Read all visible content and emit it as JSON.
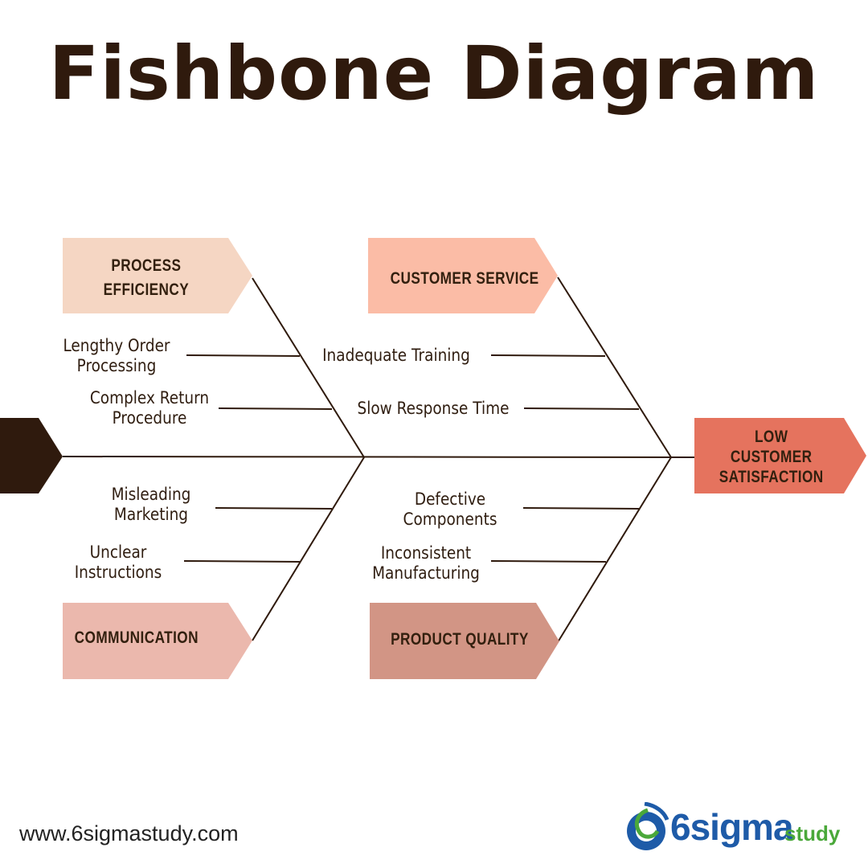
{
  "title": "Fishbone Diagram",
  "effect": "LOW CUSTOMER\nSATISFACTION",
  "categories": {
    "process_efficiency": "PROCESS\nEFFICIENCY",
    "customer_service": "CUSTOMER SERVICE",
    "communication": "COMMUNICATION",
    "product_quality": "PRODUCT QUALITY"
  },
  "causes": {
    "lengthy_order": "Lengthy Order\nProcessing",
    "complex_return": "Complex Return\nProcedure",
    "inadequate_training": "Inadequate Training",
    "slow_response": "Slow Response Time",
    "misleading_marketing": "Misleading\nMarketing",
    "unclear_instructions": "Unclear\nInstructions",
    "defective_components": "Defective\nComponents",
    "inconsistent_manufacturing": "Inconsistent\nManufacturing"
  },
  "colors": {
    "process_efficiency": "#f5d6c3",
    "customer_service": "#fbbca6",
    "communication": "#ebb8ad",
    "product_quality": "#d29585",
    "effect": "#e5735e",
    "tail": "#2f1a0d"
  },
  "footer": {
    "url": "www.6sigmastudy.com",
    "logo_main": "6sigma",
    "logo_sub": "study"
  }
}
